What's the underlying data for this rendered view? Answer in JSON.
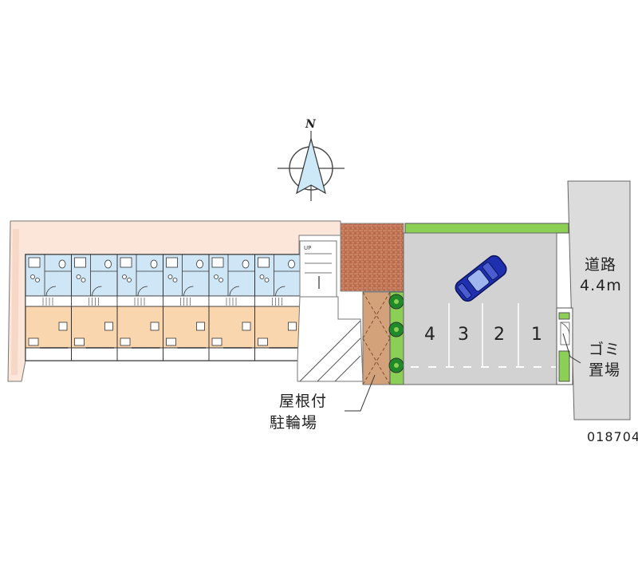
{
  "compass": {
    "north_label": "N"
  },
  "road": {
    "line1": "道路",
    "line2": "4.4m"
  },
  "garbage": {
    "line1": "ゴミ",
    "line2": "置場"
  },
  "bicycle": {
    "line1": "屋根付",
    "line2": "駐輪場"
  },
  "stairs": {
    "label": "UP"
  },
  "parking_spaces": [
    "4",
    "3",
    "2",
    "1"
  ],
  "property_id": "018704",
  "unit_count": 6,
  "colors": {
    "lot": "#fbe6d9",
    "room_bath": "#cfe6f6",
    "room_living": "#fad6ae",
    "parking": "#d2d2d2",
    "road": "#dcdcdc",
    "hedge": "#8bcf55",
    "car": "#1e2fb0",
    "bike_floor": "#d4a27a",
    "brick": "#b96a4a"
  }
}
